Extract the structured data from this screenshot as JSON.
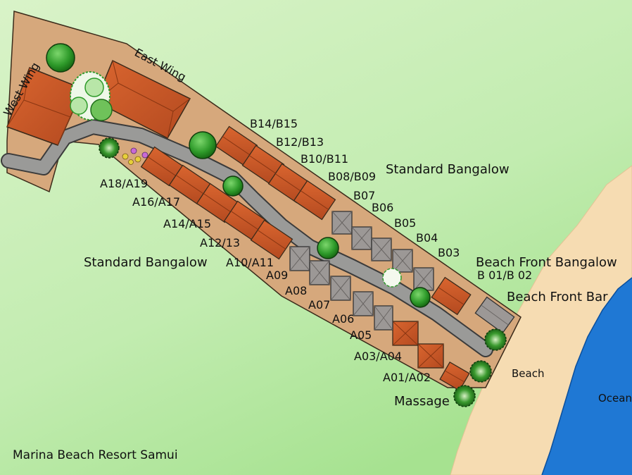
{
  "map": {
    "caption": "Marina Beach Resort Samui",
    "areas": {
      "west_wing": "West Wing",
      "east_wing": "East Wing",
      "standard_b": "Standard Bangalow",
      "standard_a": "Standard Bangalow",
      "beach_front_bangalow": "Beach Front Bangalow",
      "beach_front_bar": "Beach Front Bar",
      "beach": "Beach",
      "ocean": "Ocean",
      "massage": "Massage"
    },
    "b_units": [
      "B14/B15",
      "B12/B13",
      "B10/B11",
      "B08/B09",
      "B07",
      "B06",
      "B05",
      "B04",
      "B03",
      "B 01/B 02"
    ],
    "a_units": [
      "A18/A19",
      "A16/A17",
      "A14/A15",
      "A12/13",
      "A10/A11",
      "A09",
      "A08",
      "A07",
      "A06",
      "A05",
      "A03/A04",
      "A01/A02"
    ],
    "colors": {
      "grass": "#cdeeb8",
      "ground": "#d6a87c",
      "path": "#9a9a98",
      "tile_roof": "#c9582a",
      "grey_roof": "#9c9896",
      "sand": "#f6dcb2",
      "ocean": "#1f78d4",
      "tree": "#2e9a2a"
    }
  }
}
